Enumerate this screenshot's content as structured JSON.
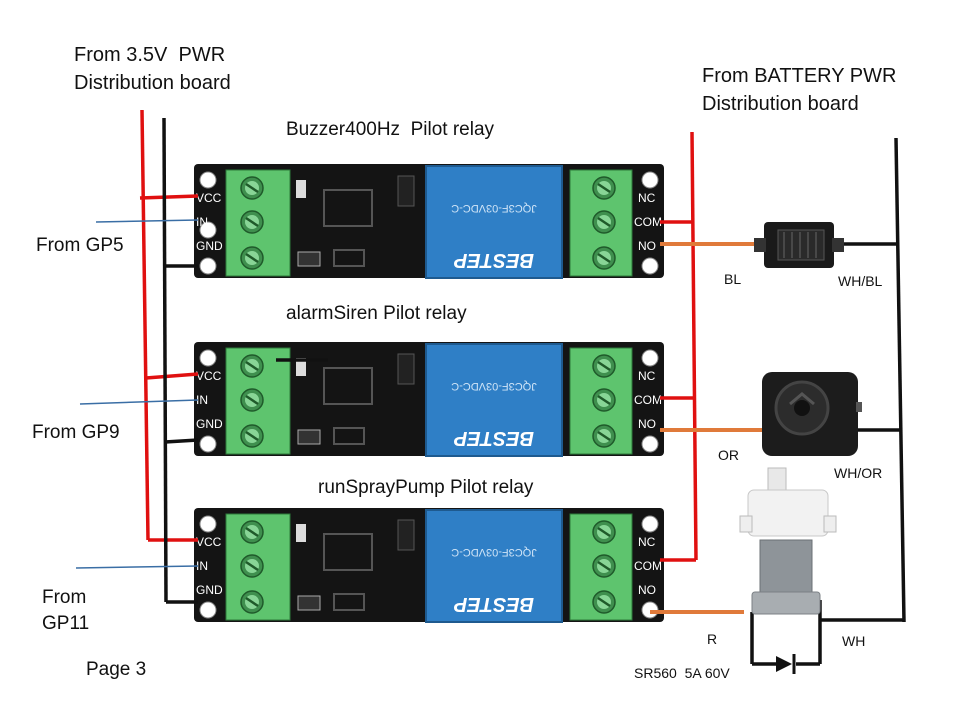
{
  "header_left": {
    "line1": "From 3.5V  PWR",
    "line2": "Distribution board"
  },
  "header_right": {
    "line1": "From BATTERY PWR",
    "line2": "Distribution board"
  },
  "relays": [
    {
      "title": "Buzzer400Hz  Pilot relay",
      "pins_left": [
        "VCC",
        "IN",
        "GND"
      ],
      "pins_right": [
        "NC",
        "COM",
        "NO"
      ],
      "relay_brand": "BESTEP",
      "relay_model": "JQC3F-03VDC-C"
    },
    {
      "title": "alarmSiren Pilot relay",
      "pins_left": [
        "VCC",
        "IN",
        "GND"
      ],
      "pins_right": [
        "NC",
        "COM",
        "NO"
      ],
      "relay_brand": "BESTEP",
      "relay_model": "JQC3F-03VDC-C"
    },
    {
      "title": "runSprayPump Pilot relay",
      "pins_left": [
        "VCC",
        "IN",
        "GND"
      ],
      "pins_right": [
        "NC",
        "COM",
        "NO"
      ],
      "relay_brand": "BESTEP",
      "relay_model": "JQC3F-03VDC-C"
    }
  ],
  "inputs": {
    "gp5": "From GP5",
    "gp9": "From GP9",
    "gp11_line1": "From",
    "gp11_line2": "GP11"
  },
  "wire_labels": {
    "bl": "BL",
    "wh_bl": "WH/BL",
    "or": "OR",
    "wh_or": "WH/OR",
    "r": "R",
    "wh": "WH"
  },
  "diode_label": "SR560  5A 60V",
  "page_label": "Page 3",
  "colors": {
    "vcc_wire": "#e01010",
    "gnd_wire": "#111111",
    "signal_wire": "#3a6ea5",
    "load_wire": "#e07a3a",
    "terminal": "#5ec46e",
    "relay_body": "#2f7fc6",
    "board": "#141414"
  }
}
